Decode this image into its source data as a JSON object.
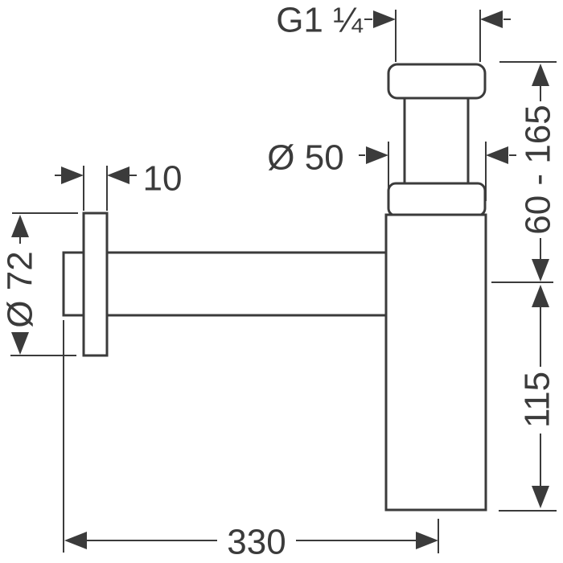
{
  "drawing": {
    "background_color": "#ffffff",
    "line_color": "#3b3b3b",
    "dimensions": {
      "thread_size": "G1 ¼",
      "inlet_diameter": "Ø 50",
      "height_adjust_range": "60 - 165",
      "body_depth": "115",
      "flange_thickness": "10",
      "flange_diameter": "Ø 72",
      "wall_distance": "330"
    }
  }
}
